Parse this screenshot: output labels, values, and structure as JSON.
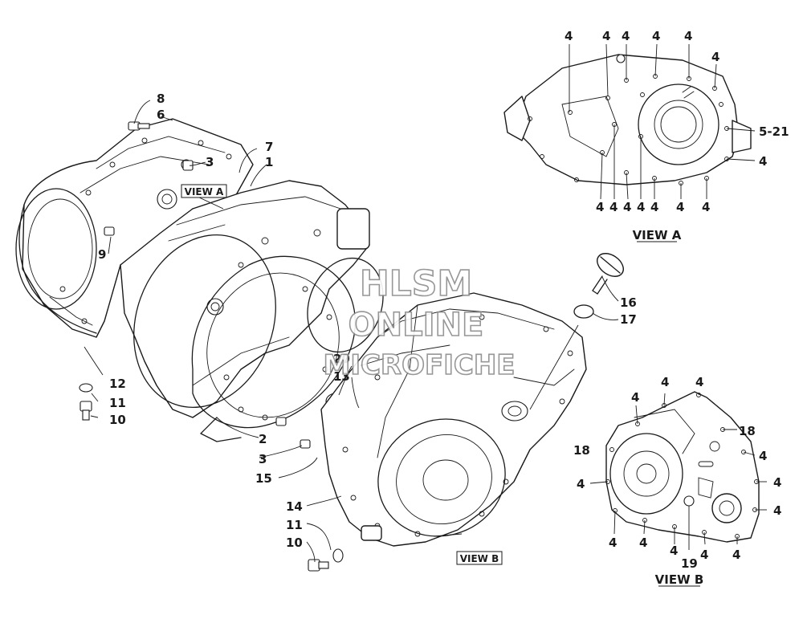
{
  "watermark": {
    "line1": "HLSM",
    "line2": "ONLINE",
    "line3": "MICROFICHE"
  },
  "view_labels": {
    "view_a_box": "VIEW A",
    "view_b_box": "VIEW B",
    "view_a_title": "VIEW A",
    "view_b_title": "VIEW B"
  },
  "callouts": {
    "c8": "8",
    "c6": "6",
    "c7": "7",
    "c1": "1",
    "c3a": "3",
    "c9": "9",
    "c12": "12",
    "c11a": "11",
    "c10a": "10",
    "c20": "20",
    "c13": "13",
    "c2": "2",
    "c3b": "3",
    "c15": "15",
    "c14": "14",
    "c11b": "11",
    "c10b": "10",
    "c16": "16",
    "c17": "17",
    "a_top1": "4",
    "a_top2": "4",
    "a_top3": "4",
    "a_top4": "4",
    "a_top5": "4",
    "a_top6": "4",
    "a_521": "5-21",
    "a_right": "4",
    "a_bot1": "4",
    "a_bot2": "4",
    "a_bot3": "4",
    "a_bot4": "4",
    "a_bot5": "4",
    "a_bot6": "4",
    "b_t1": "4",
    "b_t2": "4",
    "b_t3": "4",
    "b_18r": "18",
    "b_18l": "18",
    "b_r1": "4",
    "b_r2": "4",
    "b_r3": "4",
    "b_l1": "4",
    "b_b1": "4",
    "b_b2": "4",
    "b_b3": "4",
    "b_19": "19",
    "b_b4": "4",
    "b_b5": "4"
  }
}
